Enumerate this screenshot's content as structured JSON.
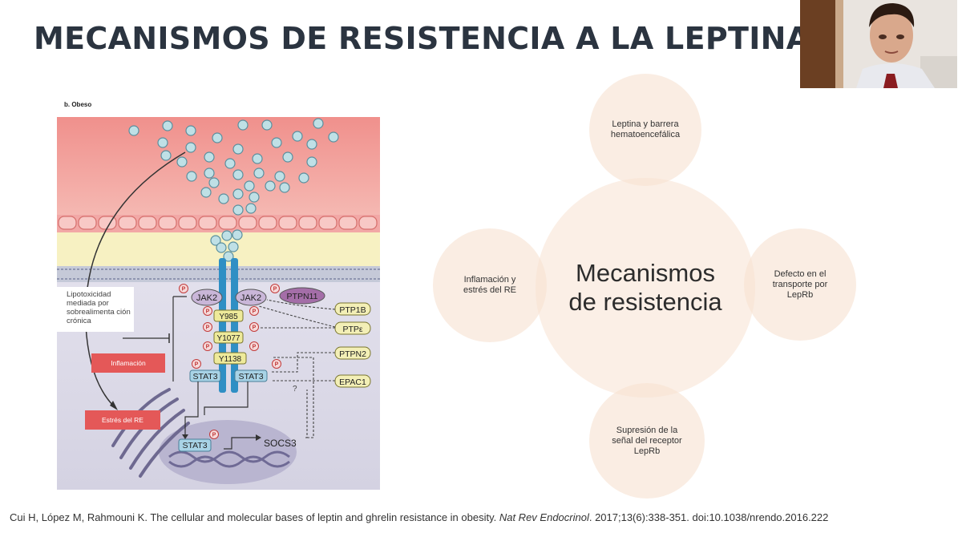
{
  "slide": {
    "title": "MECANISMOS DE RESISTENCIA A LA LEPTINA",
    "citation_plain": "Cui H, López M, Rahmouni K. The cellular and molecular bases of leptin and ghrelin resistance in obesity. ",
    "citation_journal": "Nat Rev Endocrinol",
    "citation_tail": ". 2017;13(6):338-351. doi:10.1038/nrendo.2016.222"
  },
  "figure": {
    "panel_label": "b. Obeso",
    "lipotoxicity": "Lipotoxicidad mediada por sobrealimenta ción crónica",
    "inflammation": "Inflamación",
    "er_stress": "Estrés del RE",
    "phospho_glyph": "P",
    "jak_left": "JAK2",
    "jak_right": "JAK2",
    "ptpn11": "PTPN11",
    "y985": "Y985",
    "y1077": "Y1077",
    "y1138": "Y1138",
    "stat3_left": "STAT3",
    "stat3_right": "STAT3",
    "stat3_nucleus": "STAT3",
    "socs3": "SOCS3",
    "ptp1b": "PTP1B",
    "ptpe": "PTPε",
    "ptpn2": "PTPN2",
    "epac1": "EPAC1",
    "question": "?"
  },
  "mind_map": {
    "center": "Mecanismos de resistencia",
    "top": "Leptina y barrera hematoencefálica",
    "right": "Defecto en el transporte por LepRb",
    "bottom": "Supresión de la señal del receptor LepRb",
    "left": "Inflamación y estrés del RE"
  }
}
